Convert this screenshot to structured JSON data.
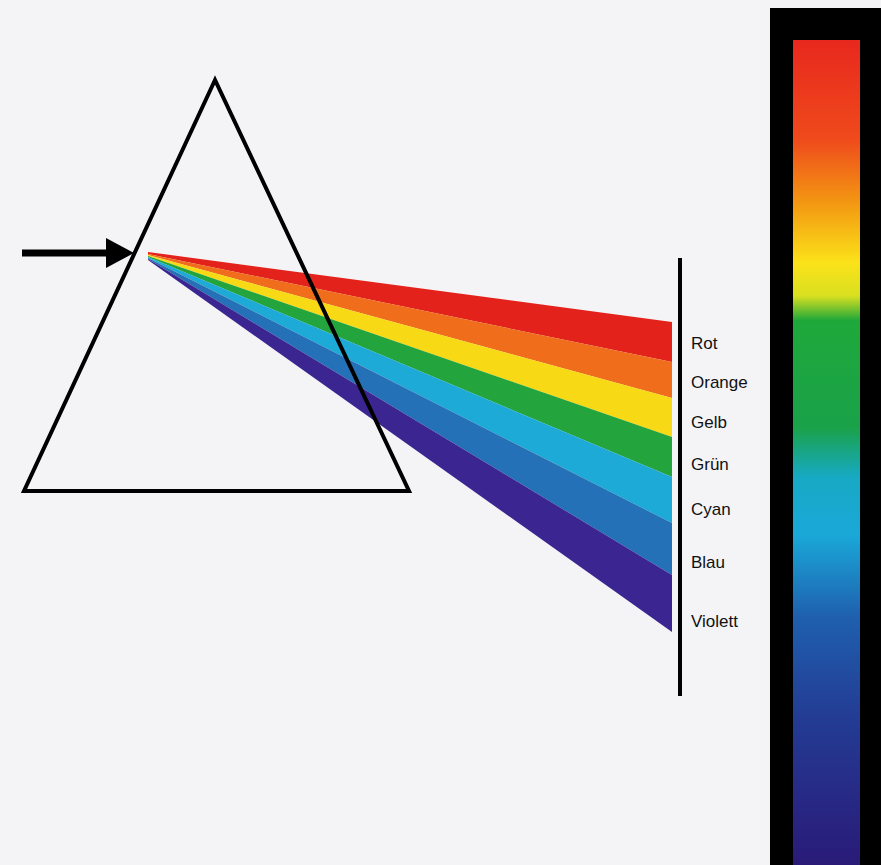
{
  "diagram": {
    "labels": [
      "Rot",
      "Orange",
      "Gelb",
      "Grün",
      "Cyan",
      "Blau",
      "Violett"
    ]
  }
}
